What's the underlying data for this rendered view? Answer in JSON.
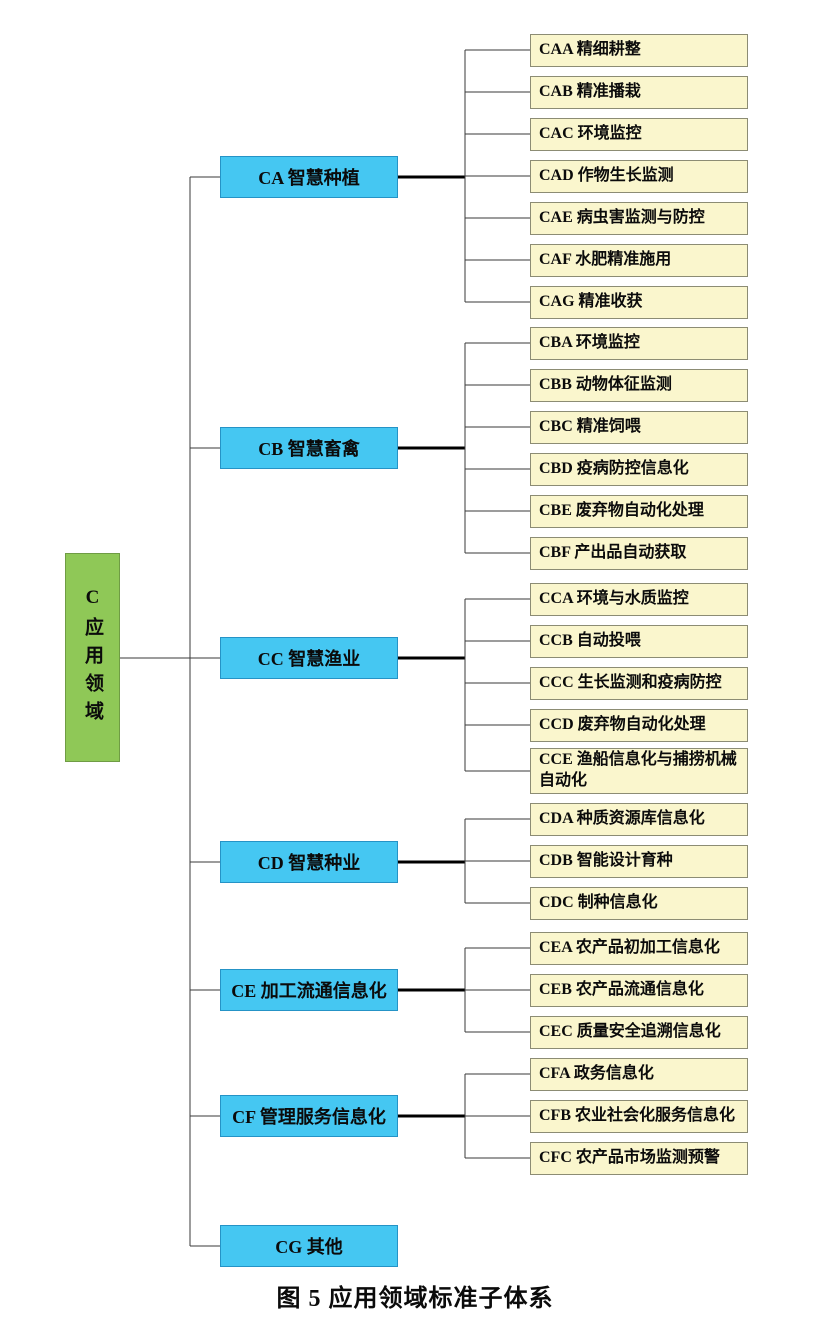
{
  "diagram": {
    "title_caption": "图 5 应用领域标准子体系",
    "root_label": "C应用领域",
    "branches": [
      {
        "label": "CA 智慧种植",
        "children": [
          "CAA 精细耕整",
          "CAB 精准播栽",
          "CAC 环境监控",
          "CAD 作物生长监测",
          "CAE 病虫害监测与防控",
          "CAF 水肥精准施用",
          "CAG 精准收获"
        ]
      },
      {
        "label": "CB 智慧畜禽",
        "children": [
          "CBA 环境监控",
          "CBB 动物体征监测",
          "CBC 精准饲喂",
          "CBD 疫病防控信息化",
          "CBE 废弃物自动化处理",
          "CBF 产出品自动获取"
        ]
      },
      {
        "label": "CC 智慧渔业",
        "children": [
          "CCA 环境与水质监控",
          "CCB 自动投喂",
          "CCC 生长监测和疫病防控",
          "CCD 废弃物自动化处理",
          "CCE 渔船信息化与捕捞机械自动化"
        ]
      },
      {
        "label": "CD 智慧种业",
        "children": [
          "CDA 种质资源库信息化",
          "CDB 智能设计育种",
          "CDC 制种信息化"
        ]
      },
      {
        "label": "CE 加工流通信息化",
        "children": [
          "CEA 农产品初加工信息化",
          "CEB 农产品流通信息化",
          "CEC 质量安全追溯信息化"
        ]
      },
      {
        "label": "CF 管理服务信息化",
        "children": [
          "CFA 政务信息化",
          "CFB 农业社会化服务信息化",
          "CFC 农产品市场监测预警"
        ]
      },
      {
        "label": "CG 其他",
        "children": []
      }
    ],
    "colors": {
      "root_fill": "#8fc857",
      "branch_fill": "#45c7f2",
      "leaf_fill": "#faf6cd",
      "line": "#3a3a3a"
    }
  }
}
